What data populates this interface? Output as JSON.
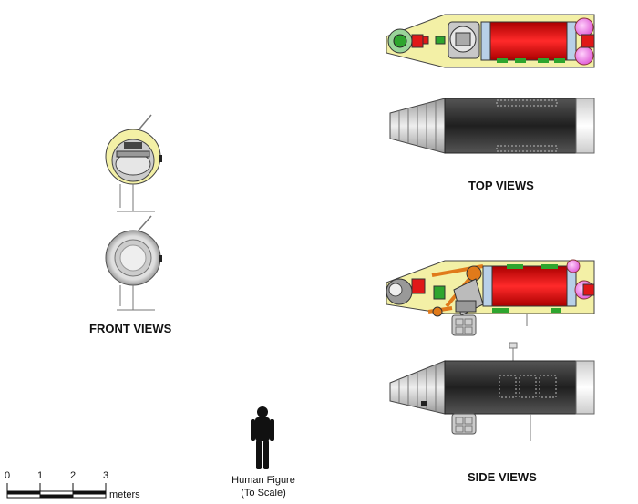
{
  "labels": {
    "top_views": "TOP VIEWS",
    "front_views": "FRONT VIEWS",
    "side_views": "SIDE VIEWS",
    "human_line1": "Human Figure",
    "human_line2": "(To Scale)"
  },
  "scale_bar": {
    "ticks": [
      "0",
      "1",
      "2",
      "3"
    ],
    "unit": "meters"
  },
  "colors": {
    "hull_yellow": "#f3f0a6",
    "tank_red": "#e01818",
    "hull_black": "#2e2e2e",
    "sphere_pink": "#f07ce8",
    "green": "#2ea52e",
    "orange": "#e07a1a",
    "gray": "#b8b8b8"
  }
}
